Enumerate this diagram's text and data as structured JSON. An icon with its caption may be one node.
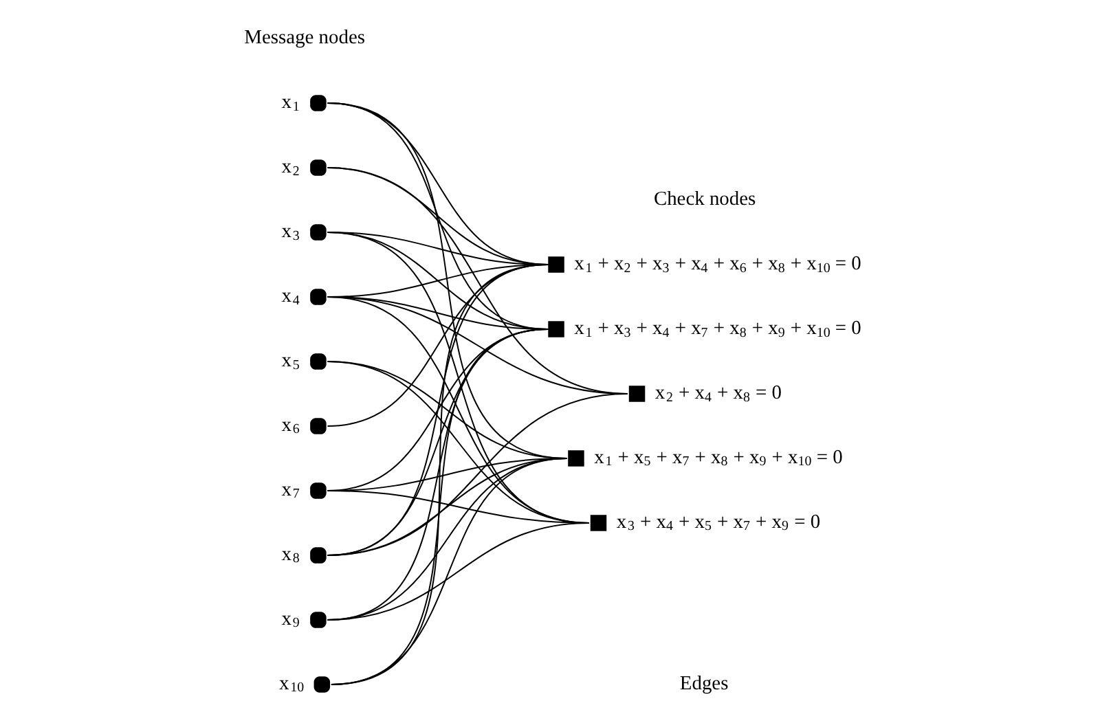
{
  "diagram": {
    "nodes": [
      {
        "text": [],
        "shape": "circle",
        "beside": [
          "x$_{1}$"
        ]
      },
      {
        "text": [],
        "shape": "circle",
        "beside": [
          "x$_{2}$"
        ]
      },
      {
        "text": [],
        "shape": "circle",
        "beside": [
          "x$_{3}$"
        ]
      },
      {
        "text": [],
        "shape": "circle",
        "beside": [
          "x$_{4}$"
        ]
      },
      {
        "text": [],
        "shape": "circle",
        "beside": [
          "x$_{5}$"
        ]
      },
      {
        "text": [],
        "shape": "circle",
        "beside": [
          "x$_{6}$"
        ]
      },
      {
        "text": [],
        "shape": "circle",
        "beside": [
          "x$_{7}$"
        ]
      },
      {
        "text": [],
        "shape": "circle",
        "beside": [
          "x$_{8}$"
        ]
      },
      {
        "text": [],
        "shape": "circle",
        "beside": [
          "x$_{9}$"
        ]
      },
      {
        "text": [],
        "shape": "circle",
        "beside": [
          "x$_{10}$"
        ]
      },
      {
        "text": [],
        "shape": "box",
        "beside": [
          "x$_{1}$ + x$_{2}$ + x$_{3}$ + x$_{4}$ + x$_{6}$ + x$_{8}$ + x$_{10}$ = 0"
        ]
      },
      {
        "text": [],
        "shape": "box",
        "beside": [
          "x$_{1}$ + x$_{3}$ + x$_{4}$ + x$_{7}$ + x$_{8}$ + x$_{9}$ + x$_{10}$ = 0"
        ]
      },
      {
        "text": [],
        "shape": "box",
        "beside": [
          "x$_{2}$ + x$_{4}$ + x$_{8}$ = 0"
        ]
      },
      {
        "text": [],
        "shape": "box",
        "beside": [
          "x$_{1}$ + x$_{5}$ + x$_{7}$ + x$_{8}$ + x$_{9}$ + x$_{10}$ = 0"
        ]
      },
      {
        "text": [],
        "shape": "box",
        "beside": [
          "x$_{3}$ + x$_{4}$ + x$_{5}$ + x$_{7}$ + x$_{9}$ = 0"
        ]
      }
    ],
    "edges": [
      {
        "from": 0,
        "to": 10,
        "arrow": "none"
      },
      {
        "from": 0,
        "to": 11,
        "arrow": "none"
      },
      {
        "from": 0,
        "to": 13,
        "arrow": "none"
      },
      {
        "from": 1,
        "to": 10,
        "arrow": "none"
      },
      {
        "from": 1,
        "to": 12,
        "arrow": "none"
      },
      {
        "from": 2,
        "to": 10,
        "arrow": "none"
      },
      {
        "from": 2,
        "to": 11,
        "arrow": "none"
      },
      {
        "from": 2,
        "to": 14,
        "arrow": "none"
      },
      {
        "from": 3,
        "to": 10,
        "arrow": "none"
      },
      {
        "from": 3,
        "to": 11,
        "arrow": "none"
      },
      {
        "from": 3,
        "to": 12,
        "arrow": "none"
      },
      {
        "from": 3,
        "to": 14,
        "arrow": "none"
      },
      {
        "from": 4,
        "to": 13,
        "arrow": "none"
      },
      {
        "from": 4,
        "to": 14,
        "arrow": "none"
      },
      {
        "from": 5,
        "to": 10,
        "arrow": "none"
      },
      {
        "from": 6,
        "to": 11,
        "arrow": "none"
      },
      {
        "from": 6,
        "to": 13,
        "arrow": "none"
      },
      {
        "from": 6,
        "to": 14,
        "arrow": "none"
      },
      {
        "from": 7,
        "to": 10,
        "arrow": "none"
      },
      {
        "from": 7,
        "to": 11,
        "arrow": "none"
      },
      {
        "from": 7,
        "to": 12,
        "arrow": "none"
      },
      {
        "from": 7,
        "to": 13,
        "arrow": "none"
      },
      {
        "from": 8,
        "to": 11,
        "arrow": "none"
      },
      {
        "from": 8,
        "to": 13,
        "arrow": "none"
      },
      {
        "from": 8,
        "to": 14,
        "arrow": "none"
      },
      {
        "from": 9,
        "to": 10,
        "arrow": "none"
      },
      {
        "from": 9,
        "to": 11,
        "arrow": "none"
      },
      {
        "from": 9,
        "to": 13,
        "arrow": "none"
      }
    ],
    "labels": [
      "Message nodes",
      "Check nodes",
      "Edges"
    ]
  }
}
